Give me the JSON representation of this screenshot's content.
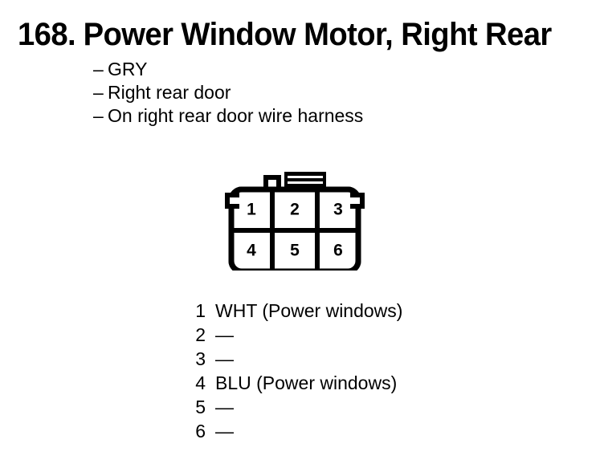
{
  "document": {
    "background_color": "#ffffff",
    "ink_color": "#000000"
  },
  "title": {
    "number": "168.",
    "text": "Power Window Motor, Right Rear",
    "full": "168. Power Window Motor, Right Rear"
  },
  "attributes": {
    "dash": "–",
    "items": [
      {
        "text": "GRY"
      },
      {
        "text": "Right rear door"
      },
      {
        "text": "On right rear door wire harness"
      }
    ]
  },
  "connector": {
    "name": "6-pin connector",
    "rows": 2,
    "columns": 3,
    "cells": [
      {
        "label": "1"
      },
      {
        "label": "2"
      },
      {
        "label": "3"
      },
      {
        "label": "4"
      },
      {
        "label": "5"
      },
      {
        "label": "6"
      }
    ],
    "features": {
      "top_latch": "center latch box with two horizontal ribs",
      "top_notches": 2,
      "side_tabs": 2,
      "corner_style": "rounded"
    }
  },
  "pin_table": {
    "empty_marker": "—",
    "rows": [
      {
        "pin": "1",
        "desc": "WHT (Power windows)"
      },
      {
        "pin": "2",
        "desc": "—"
      },
      {
        "pin": "3",
        "desc": "—"
      },
      {
        "pin": "4",
        "desc": "BLU (Power windows)"
      },
      {
        "pin": "5",
        "desc": "—"
      },
      {
        "pin": "6",
        "desc": "—"
      }
    ]
  }
}
